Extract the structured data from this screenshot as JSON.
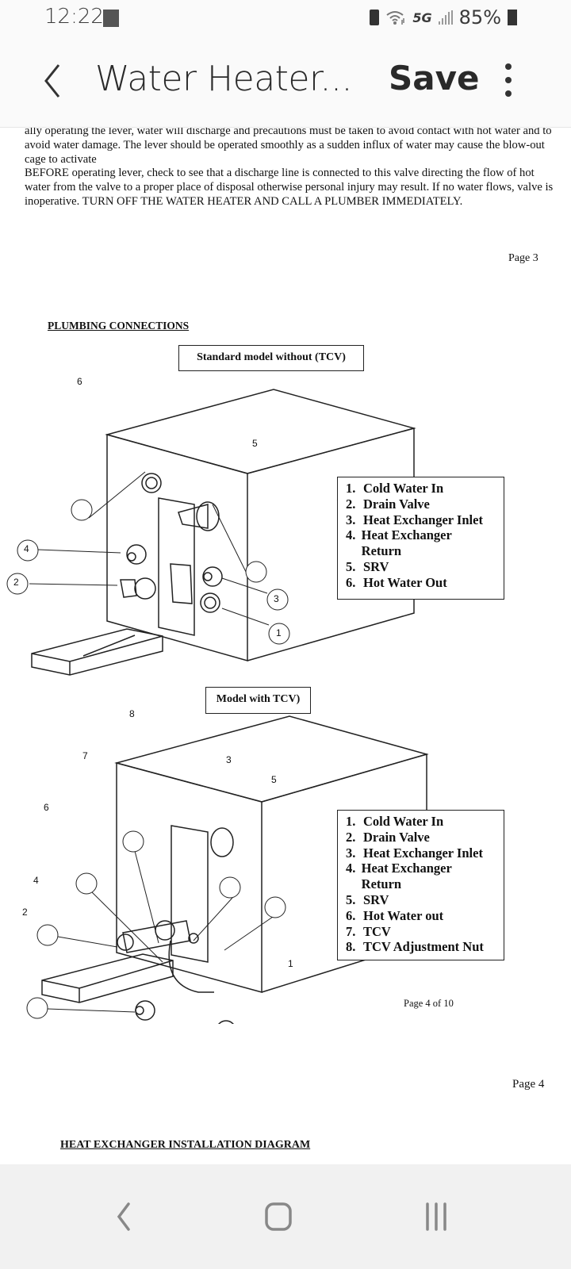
{
  "status_bar": {
    "time": "12:22",
    "network": "5G",
    "battery": "85%",
    "icons": [
      "gallery-notification-icon",
      "battery-saver-icon",
      "wifi-icon",
      "signal-icon",
      "battery-icon"
    ]
  },
  "app_bar": {
    "title": "Water Heater...",
    "save_label": "Save",
    "back_icon": "chevron-left-icon",
    "more_icon": "more-vertical-icon"
  },
  "document": {
    "paragraph_1": "ally operating the lever, water will discharge and precautions must be taken to avoid contact with hot water and to avoid water damage. The lever should be operated smoothly as a sudden influx of water may cause the blow-out cage to activate",
    "paragraph_2": "BEFORE operating lever, check to see that a discharge line is connected to this valve directing the flow of hot water from the valve to a proper place of disposal otherwise personal injury may result. If no water flows, valve is inoperative. TURN OFF THE WATER HEATER AND CALL A PLUMBER IMMEDIATELY.",
    "page_3_label": "Page 3",
    "plumbing_heading": "PLUMBING CONNECTIONS",
    "standard_model": {
      "title": "Standard model without (TCV)",
      "callouts": [
        "6",
        "5",
        "4",
        "2",
        "3",
        "1"
      ],
      "legend": [
        {
          "num": "1.",
          "label": "Cold Water In"
        },
        {
          "num": "2.",
          "label": "Drain Valve"
        },
        {
          "num": "3.",
          "label": "Heat Exchanger Inlet"
        },
        {
          "num": "4.",
          "label": "Heat Exchanger Return"
        },
        {
          "num": "5.",
          "label": "SRV"
        },
        {
          "num": "6.",
          "label": "Hot Water Out"
        }
      ]
    },
    "tcv_model": {
      "title": "Model with TCV)",
      "callouts": [
        "8",
        "7",
        "3",
        "5",
        "6",
        "4",
        "2",
        "1"
      ],
      "legend": [
        {
          "num": "1.",
          "label": "Cold Water In"
        },
        {
          "num": "2.",
          "label": "Drain Valve"
        },
        {
          "num": "3.",
          "label": "Heat Exchanger Inlet"
        },
        {
          "num": "4.",
          "label": "Heat Exchanger Return"
        },
        {
          "num": "5.",
          "label": "SRV"
        },
        {
          "num": "6.",
          "label": "Hot Water out"
        },
        {
          "num": "7.",
          "label": "TCV"
        },
        {
          "num": "8.",
          "label": "TCV Adjustment Nut"
        }
      ]
    },
    "page_4_of_10_label": "Page 4 of 10",
    "page_4_label": "Page 4",
    "heat_exchanger_heading": "HEAT EXCHANGER INSTALLATION DIAGRAM"
  },
  "nav_bar": {
    "back_icon": "nav-back-icon",
    "home_icon": "nav-home-icon",
    "recents_icon": "nav-recents-icon"
  }
}
